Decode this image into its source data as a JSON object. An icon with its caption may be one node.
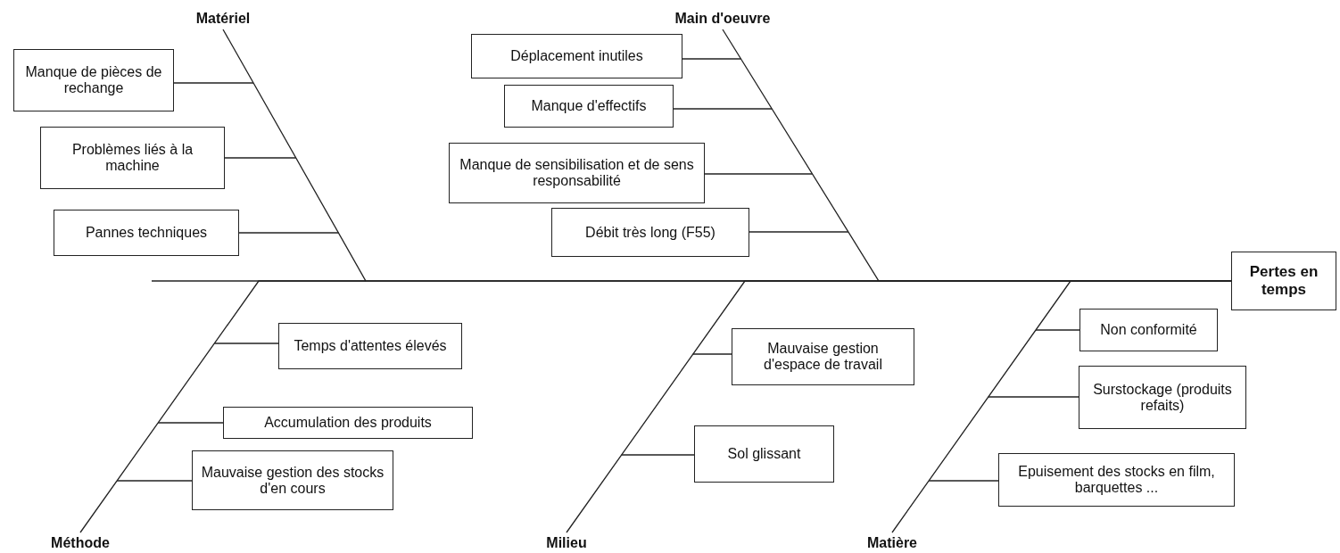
{
  "diagram": {
    "nodes": [
      {
        "text": [
          "Matériel"
        ]
      },
      {
        "text": [
          "Main d'oeuvre"
        ]
      },
      {
        "text": [
          "Manque de pièces de rechange"
        ]
      },
      {
        "text": [
          "Problèmes liés à la machine"
        ]
      },
      {
        "text": [
          "Pannes techniques"
        ]
      },
      {
        "text": [
          "Déplacement inutiles"
        ]
      },
      {
        "text": [
          "Manque d'effectifs"
        ]
      },
      {
        "text": [
          "Manque de sensibilisation et de sens responsabilité"
        ]
      },
      {
        "text": [
          "Débit très long (F55)"
        ]
      },
      {
        "text": [
          "Pertes en temps"
        ]
      },
      {
        "text": [
          "Temps d'attentes élevés"
        ]
      },
      {
        "text": [
          "Accumulation des produits"
        ]
      },
      {
        "text": [
          "Mauvaise gestion des stocks d'en cours"
        ]
      },
      {
        "text": [
          "Mauvaise gestion d'espace de travail"
        ]
      },
      {
        "text": [
          "Sol glissant"
        ]
      },
      {
        "text": [
          "Non conformité"
        ]
      },
      {
        "text": [
          "Surstockage (produits refaits)"
        ]
      },
      {
        "text": [
          "Epuisement des stocks en film, barquettes ..."
        ]
      },
      {
        "text": [
          "Méthode"
        ]
      },
      {
        "text": [
          "Milieu"
        ]
      },
      {
        "text": [
          "Matière"
        ]
      }
    ],
    "edges": [
      {
        "from": 0,
        "to": 9,
        "arrow": "none"
      },
      {
        "from": 1,
        "to": 9,
        "arrow": "none"
      },
      {
        "from": 18,
        "to": 9,
        "arrow": "none"
      },
      {
        "from": 19,
        "to": 9,
        "arrow": "none"
      },
      {
        "from": 20,
        "to": 9,
        "arrow": "none"
      },
      {
        "from": 2,
        "to": null,
        "arrow": "none"
      },
      {
        "from": 3,
        "to": null,
        "arrow": "none"
      },
      {
        "from": 4,
        "to": null,
        "arrow": "none"
      },
      {
        "from": 5,
        "to": null,
        "arrow": "none"
      },
      {
        "from": 6,
        "to": null,
        "arrow": "none"
      },
      {
        "from": 7,
        "to": null,
        "arrow": "none"
      },
      {
        "from": 8,
        "to": null,
        "arrow": "none"
      },
      {
        "from": 10,
        "to": null,
        "arrow": "none"
      },
      {
        "from": 11,
        "to": null,
        "arrow": "none"
      },
      {
        "from": 12,
        "to": null,
        "arrow": "none"
      },
      {
        "from": 13,
        "to": null,
        "arrow": "none"
      },
      {
        "from": 14,
        "to": null,
        "arrow": "none"
      },
      {
        "from": 15,
        "to": null,
        "arrow": "none"
      },
      {
        "from": 16,
        "to": null,
        "arrow": "none"
      },
      {
        "from": 17,
        "to": null,
        "arrow": "none"
      }
    ]
  }
}
